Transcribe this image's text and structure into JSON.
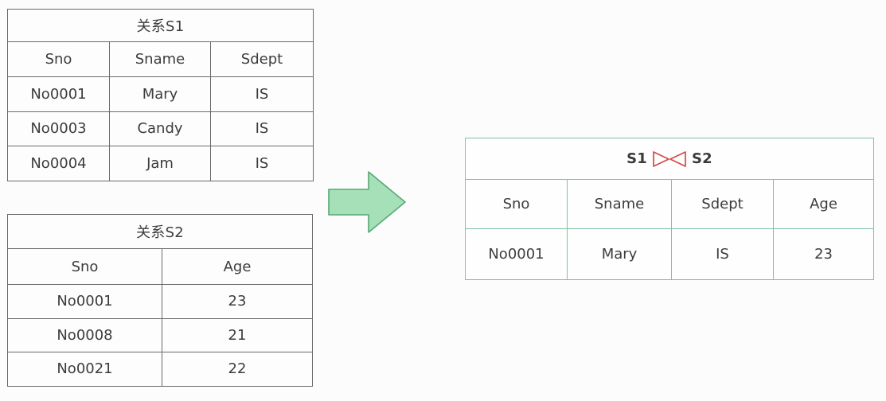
{
  "background_color": "#fcfcfc",
  "colors": {
    "table_border_gray": "#6a6a6a",
    "result_border_green": "#7ec2a4",
    "arrow_fill": "#a5e0b9",
    "arrow_stroke": "#57a873",
    "join_symbol_red": "#d24b4b",
    "text": "#3a3a3a"
  },
  "tables": {
    "s1": {
      "title": "关系S1",
      "columns": [
        "Sno",
        "Sname",
        "Sdept"
      ],
      "rows": [
        [
          "No0001",
          "Mary",
          "IS"
        ],
        [
          "No0003",
          "Candy",
          "IS"
        ],
        [
          "No0004",
          "Jam",
          "IS"
        ]
      ]
    },
    "s2": {
      "title": "关系S2",
      "columns": [
        "Sno",
        "Age"
      ],
      "rows": [
        [
          "No0001",
          "23"
        ],
        [
          "No0008",
          "21"
        ],
        [
          "No0021",
          "22"
        ]
      ]
    },
    "result": {
      "title_left": "S1",
      "title_right": "S2",
      "title_operator": "join-symbol",
      "columns": [
        "Sno",
        "Sname",
        "Sdept",
        "Age"
      ],
      "rows": [
        [
          "No0001",
          "Mary",
          "IS",
          "23"
        ]
      ]
    }
  },
  "arrow": {
    "name": "right-arrow",
    "direction": "right"
  }
}
